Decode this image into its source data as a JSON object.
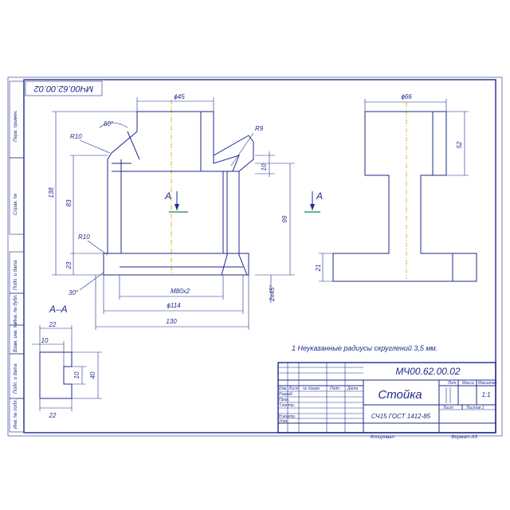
{
  "colors": {
    "line": "#1e2a8c",
    "axis": "#d7a200",
    "paper": "#ffffff"
  },
  "stamp_code_rotated": "МЧ00.62.00.02",
  "side_labels": [
    "Перв. примен.",
    "Справ. №",
    "Подп. и дата",
    "Инв. № дубл.",
    "Взам. инв. №",
    "Подп. и дата",
    "Инв. № подл."
  ],
  "dims": {
    "d45": "ϕ45",
    "a60": "60°",
    "r10a": "R10",
    "r9": "R9",
    "d10": "10",
    "d138": "138",
    "d83": "83",
    "d99": "99",
    "r10b": "R10",
    "d23": "23",
    "a30": "30°",
    "m80": "M80x2",
    "d114": "ϕ114",
    "d130": "130",
    "ch": "2x45°",
    "d66": "ϕ66",
    "d52": "52",
    "d21": "21"
  },
  "section_marks": {
    "left": "A",
    "right": "A"
  },
  "section_view": {
    "title": "А–А",
    "d22_top": "22",
    "d10_top": "10",
    "d10_mid": "10",
    "d40": "40",
    "d22_bot": "22"
  },
  "note": "1 Неуказанные радиусы скруглений 3,5 мм.",
  "title_block": {
    "code": "МЧ00.62.00.02",
    "name": "Стойка",
    "material": "СЧ15 ГОСТ 1412-85",
    "col_lit": "Лит.",
    "col_mass": "Масса",
    "col_scale": "Масштаб",
    "scale": "1:1",
    "sheet": "Лист",
    "sheets": "Листов  1",
    "rows": [
      "Изм.",
      "Лист",
      "№ докум.",
      "Подп.",
      "Дата"
    ],
    "roles": [
      "Разраб.",
      "Пров.",
      "Т.контр.",
      "",
      "Н.контр.",
      "Утв."
    ],
    "copied": "Копировал",
    "format": "Формат   А3"
  }
}
